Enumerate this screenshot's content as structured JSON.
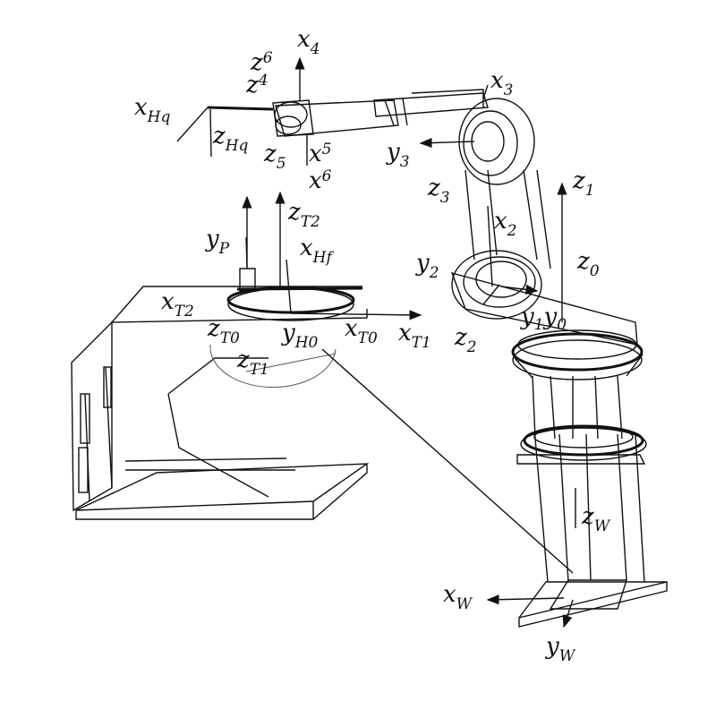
{
  "labels": {
    "x4": {
      "main": "x",
      "sub": "4"
    },
    "z6": {
      "main": "z",
      "sub": "6"
    },
    "z4": {
      "main": "z",
      "sub": "4"
    },
    "xHq": {
      "main": "x",
      "sub": "Hq"
    },
    "zHq": {
      "main": "z",
      "sub": "Hq"
    },
    "z5": {
      "main": "z",
      "sub": "5"
    },
    "x5": {
      "main": "x",
      "sub": "5"
    },
    "x6": {
      "main": "x",
      "sub": "6"
    },
    "x3": {
      "main": "x",
      "sub": "3"
    },
    "y3": {
      "main": "y",
      "sub": "3"
    },
    "z3": {
      "main": "z",
      "sub": "3"
    },
    "z1": {
      "main": "z",
      "sub": "1"
    },
    "x2": {
      "main": "x",
      "sub": "2"
    },
    "y2": {
      "main": "y",
      "sub": "2"
    },
    "z0": {
      "main": "z",
      "sub": "0"
    },
    "y1y0": {
      "main": "y",
      "sub": "1",
      "main2": "y",
      "sub2": "0"
    },
    "z2": {
      "main": "z",
      "sub": "2"
    },
    "zT2": {
      "main": "z",
      "sub": "T2"
    },
    "yP": {
      "main": "y",
      "sub": "P"
    },
    "xHf": {
      "main": "x",
      "sub": "Hf"
    },
    "xT2": {
      "main": "x",
      "sub": "T2"
    },
    "zT0": {
      "main": "z",
      "sub": "T0"
    },
    "yH0": {
      "main": "y",
      "sub": "H0"
    },
    "xT0": {
      "main": "x",
      "sub": "T0"
    },
    "xT1": {
      "main": "x",
      "sub": "T1"
    },
    "zT1": {
      "main": "z",
      "sub": "T1"
    },
    "zW": {
      "main": "z",
      "sub": "W"
    },
    "xW": {
      "main": "x",
      "sub": "W"
    },
    "yW": {
      "main": "y",
      "sub": "W"
    }
  }
}
